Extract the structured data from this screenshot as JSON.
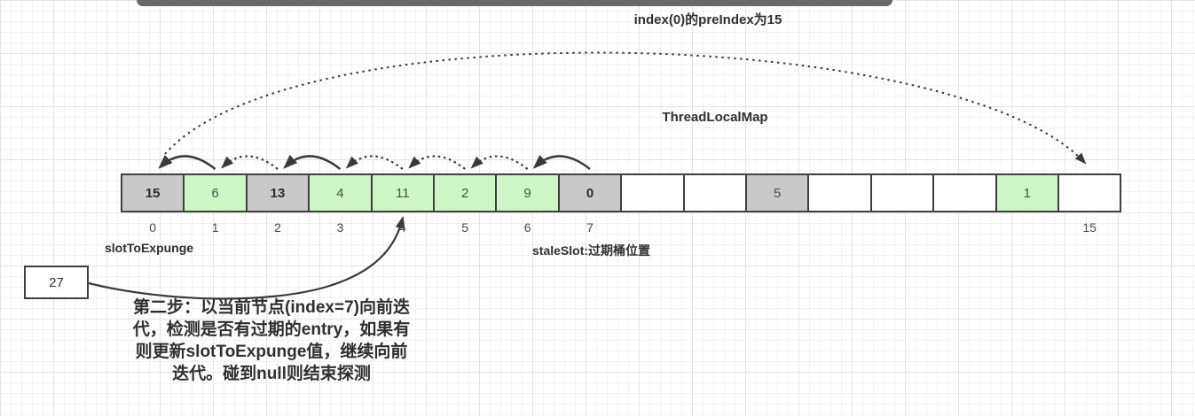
{
  "header": {
    "caption": "index(0)的preIndex为15"
  },
  "diagram": {
    "map_label": "ThreadLocalMap",
    "slot_to_expunge_label": "slotToExpunge",
    "stale_slot_label": "staleSlot:过期桶位置",
    "pointer_box_value": "27",
    "step_note_lines": [
      "第二步：以当前节点(index=7)向前迭",
      "代，检测是否有过期的entry，如果有",
      "则更新slotToExpunge值，继续向前",
      "迭代。碰到null则结束探测"
    ]
  },
  "array": {
    "cells": [
      {
        "index": 0,
        "value": "15",
        "state": "stale",
        "bold": true,
        "index_label": "0"
      },
      {
        "index": 1,
        "value": "6",
        "state": "valid",
        "bold": false,
        "index_label": "1"
      },
      {
        "index": 2,
        "value": "13",
        "state": "stale",
        "bold": true,
        "index_label": "2"
      },
      {
        "index": 3,
        "value": "4",
        "state": "valid",
        "bold": false,
        "index_label": "3"
      },
      {
        "index": 4,
        "value": "11",
        "state": "valid",
        "bold": false,
        "index_label": "4"
      },
      {
        "index": 5,
        "value": "2",
        "state": "valid",
        "bold": false,
        "index_label": "5"
      },
      {
        "index": 6,
        "value": "9",
        "state": "valid",
        "bold": false,
        "index_label": "6"
      },
      {
        "index": 7,
        "value": "0",
        "state": "stale",
        "bold": true,
        "index_label": "7"
      },
      {
        "index": 8,
        "value": "",
        "state": "empty",
        "bold": false,
        "index_label": ""
      },
      {
        "index": 9,
        "value": "",
        "state": "empty",
        "bold": false,
        "index_label": ""
      },
      {
        "index": 10,
        "value": "5",
        "state": "stale",
        "bold": false,
        "index_label": ""
      },
      {
        "index": 11,
        "value": "",
        "state": "empty",
        "bold": false,
        "index_label": ""
      },
      {
        "index": 12,
        "value": "",
        "state": "empty",
        "bold": false,
        "index_label": ""
      },
      {
        "index": 13,
        "value": "",
        "state": "empty",
        "bold": false,
        "index_label": ""
      },
      {
        "index": 14,
        "value": "1",
        "state": "valid",
        "bold": false,
        "index_label": ""
      },
      {
        "index": 15,
        "value": "",
        "state": "empty",
        "bold": false,
        "index_label": "15"
      }
    ]
  },
  "arrows": {
    "wrap_arc": {
      "from": 0,
      "to": 15,
      "style": "dotted"
    },
    "back_arcs": [
      {
        "from": 1,
        "to": 0,
        "style": "solid"
      },
      {
        "from": 2,
        "to": 1,
        "style": "dotted"
      },
      {
        "from": 3,
        "to": 2,
        "style": "solid"
      },
      {
        "from": 4,
        "to": 3,
        "style": "dotted"
      },
      {
        "from": 5,
        "to": 4,
        "style": "dotted"
      },
      {
        "from": 6,
        "to": 5,
        "style": "dotted"
      },
      {
        "from": 7,
        "to": 6,
        "style": "solid"
      }
    ],
    "pointer_arrow": {
      "from": "pointer-box",
      "to_index": 4
    }
  },
  "colors": {
    "stale_fill": "#c9c9c9",
    "valid_fill": "#cdf5c5",
    "empty_fill": "#ffffff",
    "border": "#3f3f3f",
    "arrow": "#3a3a3a",
    "bar_fill": "#686868"
  }
}
